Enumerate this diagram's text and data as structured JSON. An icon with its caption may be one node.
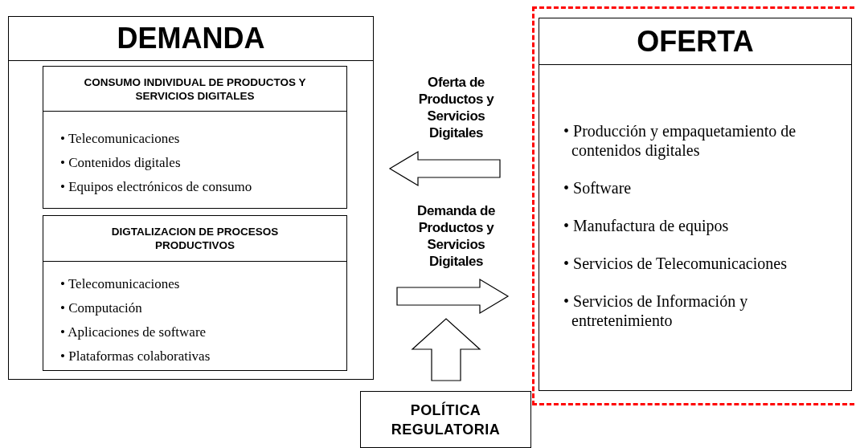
{
  "diagram": {
    "nodes": [
      {
        "text": [
          "DEMANDA"
        ]
      },
      {
        "text": [
          "CONSUMO INDIVIDUAL DE PRODUCTOS Y SERVICIOS DIGITALES",
          "• Telecomunicaciones",
          "• Contenidos digitales",
          "• Equipos electrónicos de consumo"
        ],
        "in": 0
      },
      {
        "text": [
          "DIGTALIZACION DE PROCESOS PRODUCTIVOS",
          "• Telecomunicaciones",
          "• Computación",
          "• Aplicaciones de software",
          "• Plataformas colaborativas"
        ],
        "in": 0
      },
      {
        "text": [],
        "shape": "box"
      },
      {
        "text": [
          "OFERTA",
          "• Producción y empaquetamiento de contenidos digitales",
          "• Software",
          "• Manufactura de equipos",
          "• Servicios de Telecomunicaciones",
          "• Servicios de Información y entretenimiento"
        ],
        "in": 3
      },
      {
        "text": [
          "POLÍTICA REGULATORIA"
        ]
      }
    ],
    "edges": [
      {
        "from": 4,
        "to": 0,
        "arrow": "to",
        "label": "Oferta de Productos y Servicios Digitales",
        "style": "thick"
      },
      {
        "from": 0,
        "to": 4,
        "arrow": "to",
        "label": "Demanda de Productos y Servicios Digitales",
        "style": "thick"
      },
      {
        "from": 5,
        "to": null,
        "arrow": "to",
        "style": "thick"
      }
    ]
  }
}
